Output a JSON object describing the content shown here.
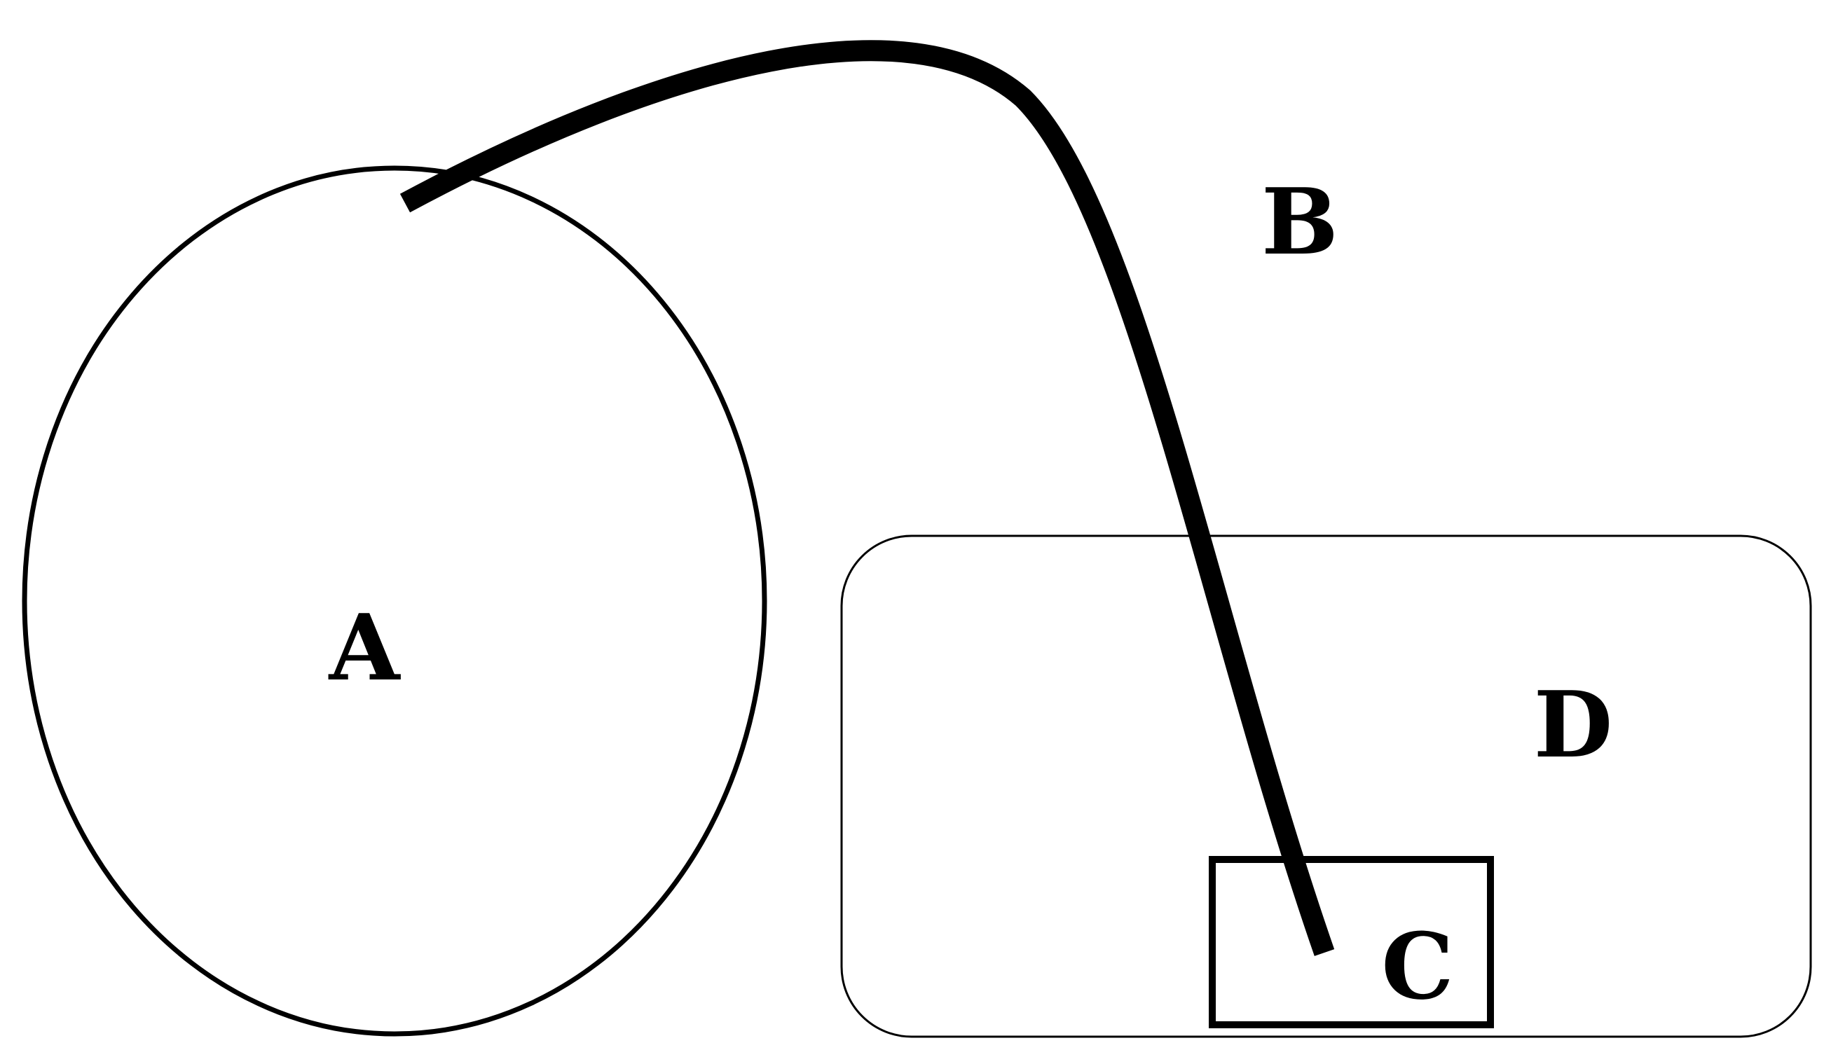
{
  "labels": {
    "a": "A",
    "b": "B",
    "c": "C",
    "d": "D"
  },
  "colors": {
    "stroke": "#000000",
    "background": "#ffffff"
  }
}
